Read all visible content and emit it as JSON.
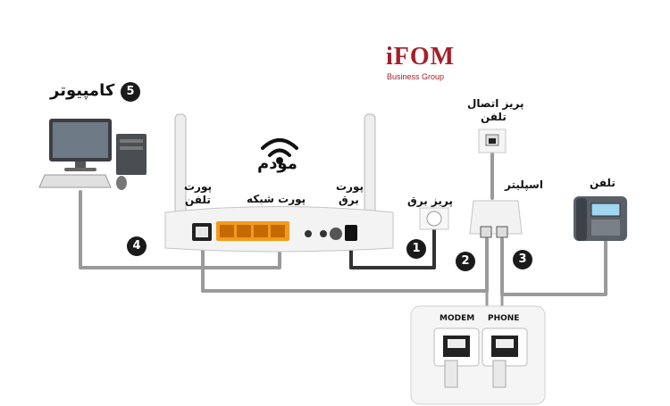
{
  "brand": {
    "name": "iFOM",
    "tagline": "Business Group",
    "color": "#a3202b"
  },
  "labels": {
    "computer": "کامپیوتر",
    "modem": "مودم",
    "network_port": "پورت شبکه",
    "phone_port_line1": "پورت",
    "phone_port_line2": "تلفن",
    "power_port_line1": "پورت",
    "power_port_line2": "برق",
    "power_outlet": "پریز برق",
    "wall_jack_line1": "پریز اتصال",
    "wall_jack_line2": "تلفن",
    "splitter": "اسپلیتر",
    "telephone": "تلفن",
    "splitter_modem_port": "MODEM",
    "splitter_phone_port": "PHONE"
  },
  "steps": [
    "1",
    "2",
    "3",
    "4",
    "5"
  ],
  "colors": {
    "cable": "#9a9a9a",
    "power_cable": "#333333",
    "lan_port": "#f39a1e",
    "badge": "#1a1a1a"
  }
}
